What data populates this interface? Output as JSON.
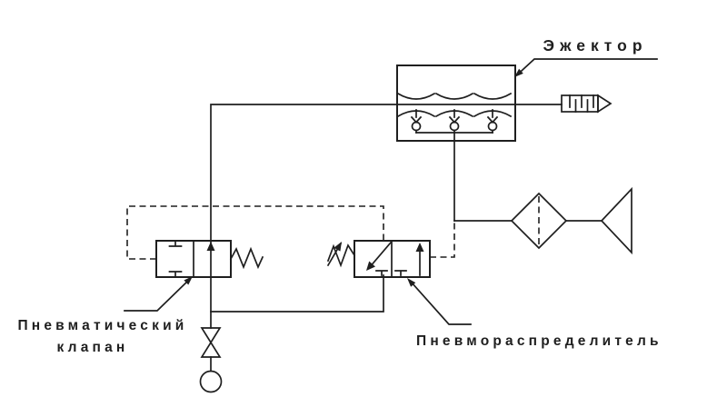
{
  "diagram": {
    "labels": {
      "ejector": "Эжектор",
      "pneumatic_valve_line1": "Пневматический",
      "pneumatic_valve_line2": "клапан",
      "distributor": "Пневмораспределитель"
    },
    "colors": {
      "line": "#1f1f1f",
      "background": "#ffffff"
    }
  }
}
